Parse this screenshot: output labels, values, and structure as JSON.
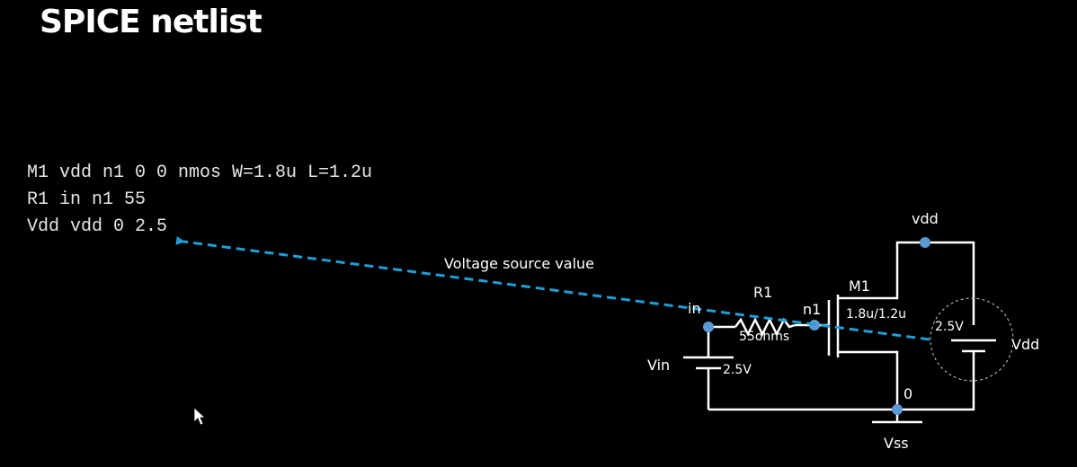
{
  "slide": {
    "title": "SPICE netlist"
  },
  "netlist": {
    "lines": [
      "M1 vdd n1 0 0 nmos W=1.8u L=1.2u",
      "R1 in n1 55",
      "Vdd vdd 0 2.5"
    ]
  },
  "annotation": {
    "text": "Voltage source value",
    "color": "#1e9fd8"
  },
  "circuit": {
    "labels": {
      "vdd_node": "vdd",
      "in_node": "in",
      "n1_node": "n1",
      "gnd_node": "0",
      "r1_name": "R1",
      "r1_value": "55ohms",
      "m1_name": "M1",
      "m1_size": "1.8u/1.2u",
      "vin_name": "Vin",
      "vin_value": "2.5V",
      "vdd_source_value": "2.5V",
      "vdd_source_name": "Vdd",
      "vss": "Vss"
    },
    "node_color": "#5b9bd5",
    "wire_color": "#ffffff"
  }
}
